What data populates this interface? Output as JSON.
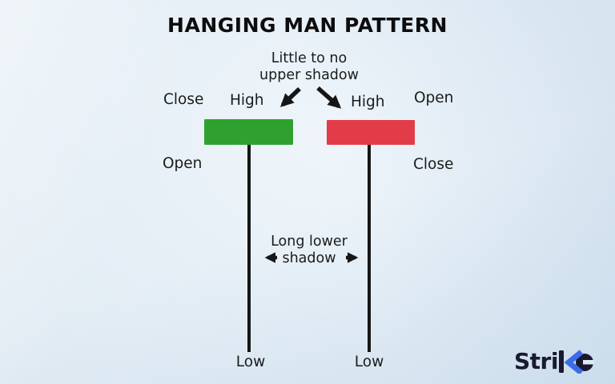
{
  "title": "HANGING MAN PATTERN",
  "annotations": {
    "upper_shadow": "Little to no\nupper shadow",
    "lower_shadow": "Long lower\nshadow"
  },
  "candles": {
    "bullish": {
      "type": "green",
      "high_label": "High",
      "close_label": "Close",
      "open_label": "Open",
      "low_label": "Low"
    },
    "bearish": {
      "type": "red",
      "high_label": "High",
      "open_label": "Open",
      "close_label": "Close",
      "low_label": "Low"
    }
  },
  "logo": {
    "brand": "Strike",
    "text_part": "Stri"
  },
  "colors": {
    "bullish": "#2fa12f",
    "bearish": "#e23c49",
    "ink": "#161616",
    "background": "#dde9f3",
    "logo_navy": "#191930",
    "logo_blue": "#3c6ce8"
  }
}
